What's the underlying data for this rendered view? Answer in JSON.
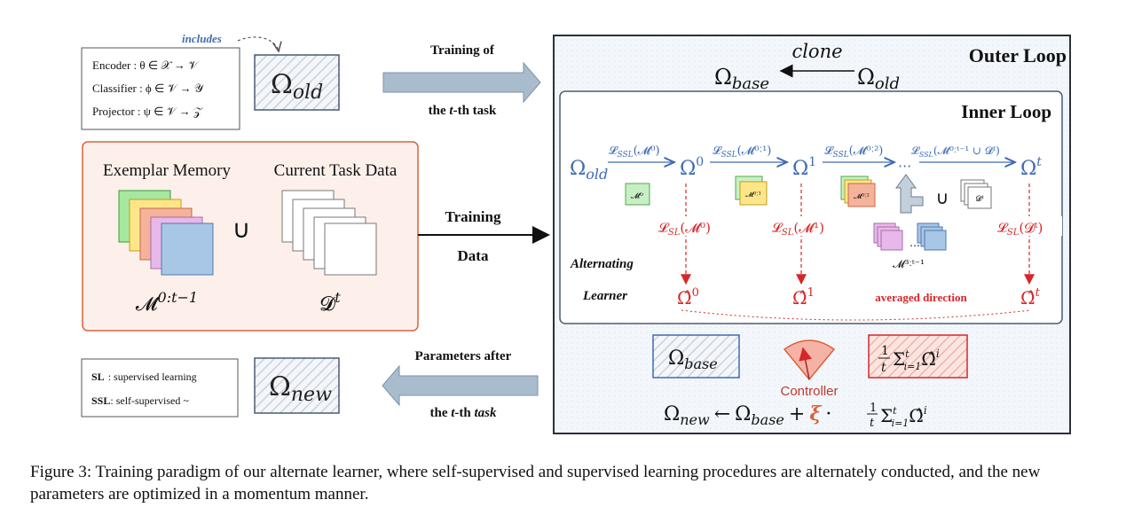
{
  "legend_box": {
    "includes_label": "includes",
    "encoder": "Encoder : θ ∈ 𝒳 → 𝒱",
    "classifier": "Classifier : ϕ ∈ 𝒱 → 𝒴",
    "projector": "Projector : ψ ∈ 𝒱 → 𝒵"
  },
  "omega_old_box": {
    "label": "Ω",
    "sub": "old"
  },
  "arrow_training_of": {
    "line1": "Training of",
    "line2_pre": "the ",
    "line2_t": "t",
    "line2_post": "-th task"
  },
  "data_panel": {
    "exemplar_title": "Exemplar Memory",
    "current_title": "Current Task Data",
    "union": "∪",
    "memory_label": "𝓜",
    "memory_sup": "0:t−1",
    "data_label": "𝓓",
    "data_sup": "t"
  },
  "arrow_training_data": {
    "line1": "Training",
    "line2": "Data"
  },
  "abbrev_box": {
    "sl_key": "SL",
    "sl_text": ": supervised learning",
    "ssl_key": "SSL",
    "ssl_text": ": self-supervised ~"
  },
  "omega_new_box": {
    "label": "Ω",
    "sub": "new"
  },
  "arrow_params_after": {
    "line1": "Parameters after",
    "line2_pre": "the ",
    "line2_t": "t",
    "line2_post": "-th ",
    "line2_task": "task"
  },
  "outer_loop": {
    "title": "Outer Loop",
    "clone_label": "clone",
    "omega_base": "Ω",
    "omega_base_sub": "base",
    "omega_old": "Ω",
    "omega_old_sub": "old"
  },
  "inner_loop": {
    "title": "Inner Loop",
    "nodes": [
      {
        "main": "Ω",
        "sub": "old",
        "sup": ""
      },
      {
        "main": "Ω",
        "sub": "",
        "sup": "0"
      },
      {
        "main": "Ω",
        "sub": "",
        "sup": "1"
      },
      {
        "main": "Ω",
        "sub": "",
        "sup": "t"
      }
    ],
    "ellipsis": "···",
    "ssl_labels": [
      "𝓛SSL(𝓜⁰)",
      "𝓛SSL(𝓜⁰ᐟ¹)",
      "𝓛SSL(𝓜⁰ᐟ²)",
      "𝓛SSL(𝓜⁰ᐟᵗ⁻¹ ∪ 𝓓ᵗ)"
    ],
    "ssl_lead": "𝓛",
    "ssl_sub": "SSL",
    "ssl_args": [
      "(𝓜⁰)",
      "(𝓜⁰˸¹)",
      "(𝓜⁰˸²)",
      "(𝓜⁰˸ᵗ⁻¹ ∪ 𝓓ᵗ)"
    ],
    "sl_lead": "𝓛",
    "sl_sub": "SL",
    "sl_args": [
      "(𝓜⁰)",
      "(𝓜¹)",
      "(𝓓ᵗ)"
    ],
    "chips": [
      "𝓜⁰",
      "𝓜⁰˸¹",
      "𝓜⁰˸²",
      "𝓓ᵗ"
    ],
    "chip_union": "∪",
    "mem_range_label": "𝓜³˸ᵗ⁻¹",
    "mem_dots": "…",
    "alternating": "Alternating",
    "learner": "Learner",
    "hat_nodes": [
      "Ω̂⁰",
      "Ω̂¹",
      "Ω̂ᵗ"
    ],
    "hat_main": "Ω̂",
    "hat_sups": [
      "0",
      "1",
      "t"
    ],
    "averaged": "averaged direction"
  },
  "bottom": {
    "base_main": "Ω",
    "base_sub": "base",
    "controller": "Controller",
    "avg_formula": "1/t Σᵢ₌₁ᵗ Ω̂ⁱ",
    "avg_num": "1",
    "avg_den": "t",
    "avg_sum": "Σ",
    "avg_sum_sup": "t",
    "avg_sum_sub": "i=1",
    "avg_hat": "Ω̂",
    "avg_hat_sup": "i",
    "update_lhs_main": "Ω",
    "update_lhs_sub": "new",
    "update_arrow": "←",
    "update_base_main": "Ω",
    "update_base_sub": "base",
    "update_plus": "+",
    "update_xi": "ξ",
    "update_dot": "·"
  },
  "caption": "Figure 3: Training paradigm of our alternate learner, where self-supervised and supervised learning procedures are alternately conducted, and the new parameters are optimized in a momentum manner.",
  "colors": {
    "blue": "#3d6bb3",
    "red": "#d62728",
    "orange_border": "#d9623a",
    "orange_fill": "#fdf0ea",
    "dark": "#2b2f38",
    "arrow_fill": "#a9bccd"
  }
}
